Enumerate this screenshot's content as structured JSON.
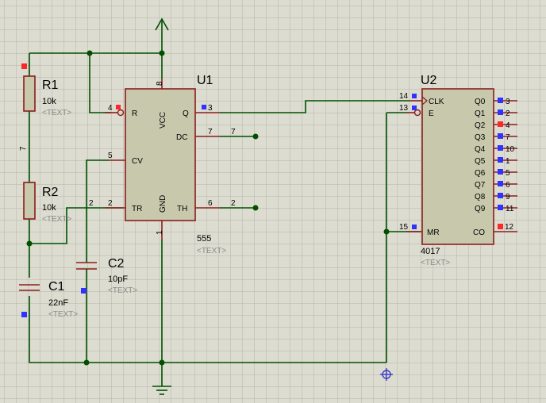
{
  "colors": {
    "background": "#dcdcd0",
    "grid": "#b4b4a8",
    "wire": "#005000",
    "component": "#8c1c1c",
    "body_fill": "#c8c8ac",
    "pin_low": "#3232ff",
    "pin_high": "#ff2828"
  },
  "u1": {
    "ref": "U1",
    "value": "555",
    "text": "<TEXT>",
    "pins": {
      "vcc": {
        "label": "VCC",
        "num": "8"
      },
      "r": {
        "label": "R",
        "num": "4"
      },
      "q": {
        "label": "Q",
        "num": "3"
      },
      "dc": {
        "label": "DC",
        "num": "7"
      },
      "cv": {
        "label": "CV",
        "num": "5"
      },
      "tr": {
        "label": "TR",
        "num": "2"
      },
      "th": {
        "label": "TH",
        "num": "6"
      },
      "gnd": {
        "label": "GND",
        "num": "1"
      }
    }
  },
  "u2": {
    "ref": "U2",
    "value": "4017",
    "text": "<TEXT>",
    "left_pins": [
      {
        "label": "CLK",
        "num": "14"
      },
      {
        "label": "E",
        "num": "13"
      },
      {
        "label": "MR",
        "num": "15"
      }
    ],
    "outputs": [
      {
        "label": "Q0",
        "num": "3",
        "state": "low"
      },
      {
        "label": "Q1",
        "num": "2",
        "state": "low"
      },
      {
        "label": "Q2",
        "num": "4",
        "state": "high"
      },
      {
        "label": "Q3",
        "num": "7",
        "state": "low"
      },
      {
        "label": "Q4",
        "num": "10",
        "state": "low"
      },
      {
        "label": "Q5",
        "num": "1",
        "state": "low"
      },
      {
        "label": "Q6",
        "num": "5",
        "state": "low"
      },
      {
        "label": "Q7",
        "num": "6",
        "state": "low"
      },
      {
        "label": "Q8",
        "num": "9",
        "state": "low"
      },
      {
        "label": "Q9",
        "num": "11",
        "state": "low"
      }
    ],
    "carry": {
      "label": "CO",
      "num": "12",
      "state": "high"
    }
  },
  "r1": {
    "ref": "R1",
    "value": "10k",
    "text": "<TEXT>"
  },
  "r2": {
    "ref": "R2",
    "value": "10k",
    "text": "<TEXT>"
  },
  "c1": {
    "ref": "C1",
    "value": "22nF",
    "text": "<TEXT>"
  },
  "c2": {
    "ref": "C2",
    "value": "10pF",
    "text": "<TEXT>"
  },
  "nets": {
    "r_mid": "7",
    "dc": "7",
    "th": "2",
    "tr": "2"
  }
}
